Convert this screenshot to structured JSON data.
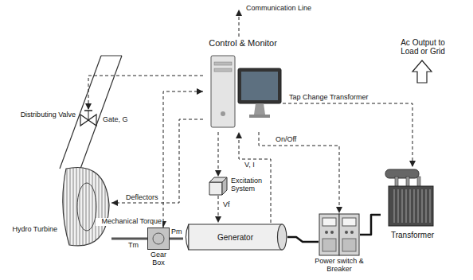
{
  "diagram": {
    "nodes": [
      {
        "text": [
          "Control & Monitor"
        ]
      },
      {
        "text": [
          "Distributing Valve"
        ]
      },
      {
        "text": [
          "Hydro Turbine"
        ]
      },
      {
        "text": [
          "Gear Box"
        ]
      },
      {
        "text": [
          "Generator"
        ]
      },
      {
        "text": [
          "Excitation System"
        ]
      },
      {
        "text": [
          "Power switch & Breaker"
        ]
      },
      {
        "text": [
          "Transformer"
        ]
      }
    ],
    "edges": [
      {
        "from": 0,
        "to": 1,
        "arrow": "to"
      },
      {
        "from": 0,
        "to": 2,
        "label": "Deflectors",
        "arrow": "to"
      },
      {
        "from": 0,
        "to": 3,
        "arrow": "both"
      },
      {
        "from": 0,
        "to": 5,
        "arrow": "to"
      },
      {
        "from": 5,
        "to": 4,
        "label": "Vf",
        "arrow": "to"
      },
      {
        "from": 4,
        "to": 0,
        "label": "V, I",
        "arrow": "to"
      },
      {
        "from": 0,
        "to": 6,
        "label": "On/Off",
        "arrow": "to"
      },
      {
        "from": 0,
        "to": 7,
        "label": "Tap Change Transformer",
        "arrow": "to"
      },
      {
        "from": 2,
        "to": 3,
        "arrow": "none"
      },
      {
        "from": 3,
        "to": 4,
        "label": "Pm",
        "arrow": "none"
      },
      {
        "from": 4,
        "to": 6,
        "arrow": "none"
      },
      {
        "from": 6,
        "to": 7,
        "arrow": "none"
      }
    ],
    "labels": [
      "Communication Line",
      "Gate, G",
      "Mechanical Torque",
      "Tm",
      "Ac Output to Load or Grid"
    ]
  }
}
